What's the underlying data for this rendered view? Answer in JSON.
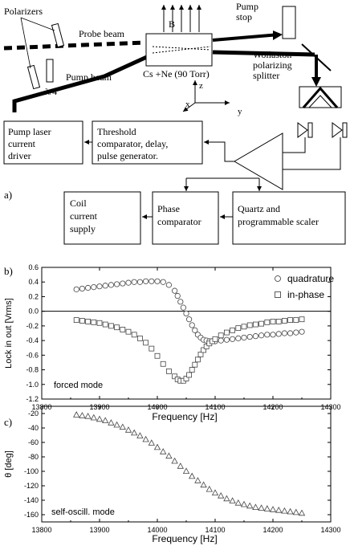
{
  "panel_a": {
    "label": "a)",
    "labels": {
      "polarizers": "Polarizers",
      "probe_beam": "Probe beam",
      "pump_beam": "Pump beam",
      "lambda4": "λ/4",
      "pump_stop_1": "Pump",
      "pump_stop_2": "stop",
      "b_field": "B",
      "cell": "Cs +Ne (90 Torr)",
      "wollaston_1": "Wollaston",
      "wollaston_2": "polarizing",
      "wollaston_3": "splitter",
      "axis_x": "x",
      "axis_y": "y",
      "axis_z": "z"
    },
    "boxes": {
      "pump_driver": [
        "Pump laser",
        "current",
        "driver"
      ],
      "threshold": [
        "Threshold",
        "comparator, delay,",
        "pulse generator."
      ],
      "coil": [
        "Coil",
        "current",
        "supply"
      ],
      "phase": [
        "Phase",
        "comparator"
      ],
      "quartz": [
        "Quartz and",
        "programmable scaler"
      ]
    }
  },
  "chart_data": [
    {
      "type": "scatter",
      "panel_label": "b)",
      "xlabel": "Frequency [Hz]",
      "ylabel": "Lock in out [Vrms]",
      "xlim": [
        13800,
        14300
      ],
      "ylim": [
        -1.2,
        0.6
      ],
      "xticks": [
        13800,
        13900,
        14000,
        14100,
        14200,
        14300
      ],
      "yticks": [
        -1.2,
        -1.0,
        -0.8,
        -0.6,
        -0.4,
        -0.2,
        0.0,
        0.2,
        0.4,
        0.6
      ],
      "ytick_labels": [
        "-1.2",
        "-1.0",
        "-0.8",
        "-0.6",
        "-0.4",
        "-0.2",
        "0.0",
        "0.2",
        "0.4",
        "0.6"
      ],
      "annotation": "forced mode",
      "legend": "top-right",
      "zero_line": true,
      "series": [
        {
          "name": "quadrature",
          "marker": "circle",
          "x": [
            13860,
            13870,
            13880,
            13890,
            13900,
            13910,
            13920,
            13930,
            13940,
            13950,
            13960,
            13970,
            13980,
            13990,
            14000,
            14010,
            14020,
            14030,
            14035,
            14040,
            14045,
            14050,
            14055,
            14060,
            14065,
            14070,
            14075,
            14080,
            14085,
            14090,
            14095,
            14100,
            14110,
            14120,
            14130,
            14140,
            14150,
            14160,
            14170,
            14180,
            14190,
            14200,
            14210,
            14220,
            14230,
            14240,
            14250
          ],
          "y": [
            0.3,
            0.31,
            0.32,
            0.33,
            0.34,
            0.35,
            0.36,
            0.37,
            0.38,
            0.39,
            0.4,
            0.4,
            0.41,
            0.41,
            0.41,
            0.4,
            0.36,
            0.28,
            0.21,
            0.13,
            0.05,
            -0.03,
            -0.11,
            -0.19,
            -0.26,
            -0.32,
            -0.36,
            -0.39,
            -0.4,
            -0.41,
            -0.41,
            -0.41,
            -0.4,
            -0.39,
            -0.38,
            -0.37,
            -0.36,
            -0.35,
            -0.34,
            -0.33,
            -0.32,
            -0.32,
            -0.31,
            -0.3,
            -0.3,
            -0.29,
            -0.28
          ]
        },
        {
          "name": "in-phase",
          "marker": "square",
          "x": [
            13860,
            13870,
            13880,
            13890,
            13900,
            13910,
            13920,
            13930,
            13940,
            13950,
            13960,
            13970,
            13980,
            13990,
            14000,
            14010,
            14020,
            14030,
            14035,
            14040,
            14045,
            14050,
            14055,
            14060,
            14065,
            14070,
            14075,
            14080,
            14085,
            14090,
            14095,
            14100,
            14110,
            14120,
            14130,
            14140,
            14150,
            14160,
            14170,
            14180,
            14190,
            14200,
            14210,
            14220,
            14230,
            14240,
            14250
          ],
          "y": [
            -0.12,
            -0.13,
            -0.14,
            -0.15,
            -0.16,
            -0.18,
            -0.2,
            -0.22,
            -0.25,
            -0.28,
            -0.32,
            -0.37,
            -0.43,
            -0.51,
            -0.61,
            -0.72,
            -0.82,
            -0.89,
            -0.93,
            -0.95,
            -0.95,
            -0.92,
            -0.87,
            -0.8,
            -0.73,
            -0.66,
            -0.59,
            -0.53,
            -0.48,
            -0.44,
            -0.41,
            -0.38,
            -0.33,
            -0.29,
            -0.26,
            -0.23,
            -0.21,
            -0.19,
            -0.18,
            -0.17,
            -0.15,
            -0.14,
            -0.14,
            -0.13,
            -0.12,
            -0.12,
            -0.11
          ]
        }
      ]
    },
    {
      "type": "scatter",
      "panel_label": "c)",
      "xlabel": "Frequency [Hz]",
      "ylabel": "θ [deg]",
      "xlim": [
        13800,
        14300
      ],
      "ylim": [
        -170,
        -10
      ],
      "xticks": [
        13800,
        13900,
        14000,
        14100,
        14200,
        14300
      ],
      "yticks": [
        -160,
        -140,
        -120,
        -100,
        -80,
        -60,
        -40,
        -20
      ],
      "ytick_labels": [
        "-160",
        "-140",
        "-120",
        "-100",
        "-80",
        "-60",
        "-40",
        "-20"
      ],
      "annotation": "self-oscill. mode",
      "series": [
        {
          "marker": "triangle",
          "x": [
            13860,
            13870,
            13880,
            13890,
            13900,
            13910,
            13920,
            13930,
            13940,
            13950,
            13960,
            13970,
            13980,
            13990,
            14000,
            14010,
            14020,
            14030,
            14040,
            14050,
            14060,
            14070,
            14080,
            14090,
            14100,
            14110,
            14120,
            14130,
            14140,
            14150,
            14160,
            14170,
            14180,
            14190,
            14200,
            14210,
            14220,
            14230,
            14240,
            14250
          ],
          "y": [
            -22,
            -23,
            -24,
            -26,
            -28,
            -30,
            -33,
            -36,
            -39,
            -43,
            -47,
            -51,
            -56,
            -61,
            -67,
            -73,
            -79,
            -86,
            -93,
            -100,
            -107,
            -113,
            -119,
            -125,
            -130,
            -134,
            -138,
            -141,
            -144,
            -146,
            -148,
            -150,
            -151,
            -152,
            -153,
            -154,
            -155,
            -156,
            -157,
            -158
          ]
        }
      ]
    }
  ]
}
